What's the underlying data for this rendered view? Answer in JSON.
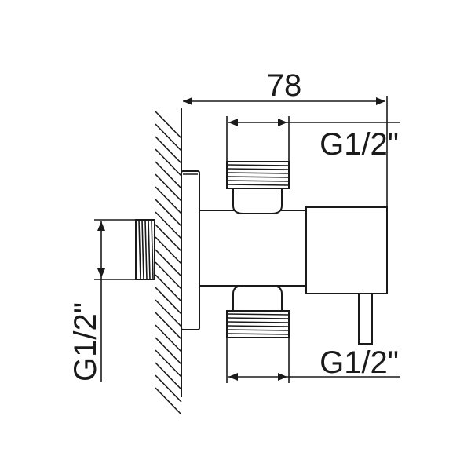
{
  "diagram": {
    "dimensions": {
      "overall_length": "78",
      "top_outlet_thread": "G1/2\"",
      "bottom_outlet_thread": "G1/2\"",
      "inlet_thread": "G1/2\""
    },
    "colors": {
      "line": "#1a1a1a",
      "background": "#ffffff"
    }
  }
}
